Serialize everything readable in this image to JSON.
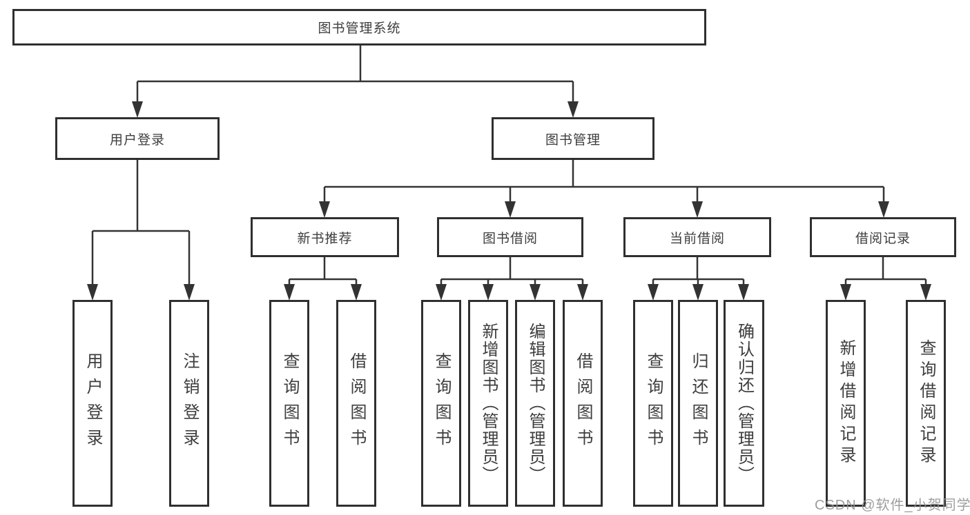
{
  "diagram": {
    "title": "图书管理系统",
    "level1": {
      "user_login": "用户登录",
      "book_management": "图书管理"
    },
    "level2": {
      "new_book_recommend": "新书推荐",
      "book_borrowing": "图书借阅",
      "current_borrowing": "当前借阅",
      "borrowing_records": "借阅记录"
    },
    "leaves": {
      "user_login": [
        "用户登录",
        "注销登录"
      ],
      "new_book_recommend": [
        "查询图书",
        "借阅图书"
      ],
      "book_borrowing": [
        "查询图书",
        "新增图书（管理员）",
        "编辑图书（管理员）",
        "借阅图书"
      ],
      "current_borrowing": [
        "查询图书",
        "归还图书",
        "确认归还（管理员）"
      ],
      "borrowing_records": [
        "新增借阅记录",
        "查询借阅记录"
      ]
    },
    "colors": {
      "line": "#333333",
      "box_border": "#2f2f2f",
      "text": "#3d3d3d",
      "watermark": "#949494"
    }
  },
  "watermark": "CSDN @软件_小贺同学"
}
